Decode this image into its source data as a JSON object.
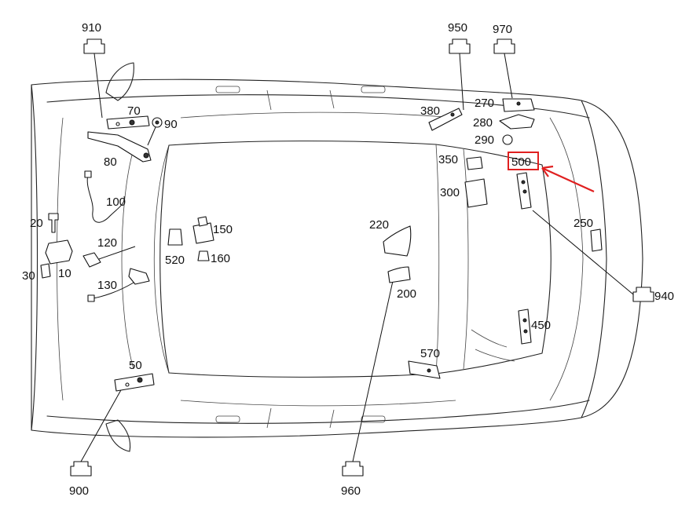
{
  "highlight": {
    "part": "500",
    "color": "#e02020"
  },
  "labels": {
    "p910": "910",
    "p950": "950",
    "p970": "970",
    "p70": "70",
    "p90": "90",
    "p80": "80",
    "p100": "100",
    "p380": "380",
    "p270": "270",
    "p280": "280",
    "p290": "290",
    "p350": "350",
    "p500": "500",
    "p300": "300",
    "p20": "20",
    "p10": "10",
    "p30": "30",
    "p120": "120",
    "p130": "130",
    "p150": "150",
    "p520": "520",
    "p160": "160",
    "p220": "220",
    "p200": "200",
    "p250": "250",
    "p940": "940",
    "p450": "450",
    "p570": "570",
    "p50": "50",
    "p900": "900",
    "p960": "960"
  }
}
